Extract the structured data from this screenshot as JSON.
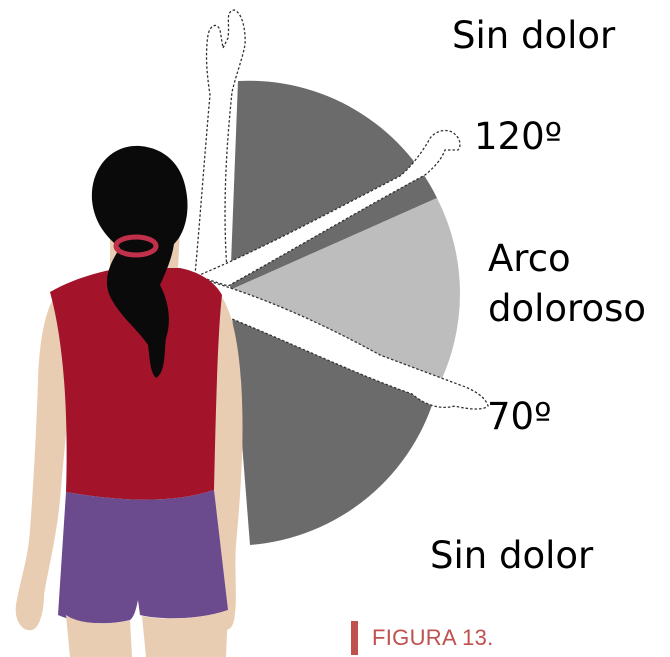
{
  "labels": {
    "top_zone": "Sin dolor",
    "upper_angle": "120º",
    "arc_line1": "Arco",
    "arc_line2": "doloroso",
    "lower_angle": "70º",
    "bottom_zone": "Sin dolor"
  },
  "caption": {
    "text": "FIGURA 13."
  },
  "colors": {
    "no_pain_zone": "#6b6b6b",
    "painful_arc": "#bdbdbd",
    "skin": "#e9cdb3",
    "hair": "#0a0a0a",
    "top": "#a3132a",
    "shorts": "#6b4a8e",
    "hair_tie": "#c0304a",
    "caption_accent": "#c0504d"
  },
  "angles": {
    "arc_start": 70,
    "arc_end": 120
  }
}
